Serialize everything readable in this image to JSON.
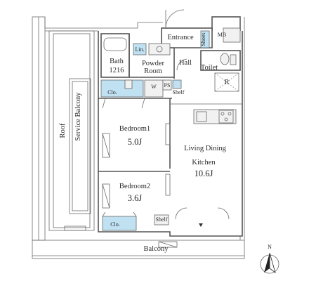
{
  "rooms": {
    "entrance": "Entrance",
    "mb": "MB",
    "shoes": "Shoes",
    "lin": "Lin.",
    "bath": "Bath",
    "bath_size": "1216",
    "powder": "Powder",
    "powder_room": "Room",
    "hall": "Hall",
    "toilet": "Toilet",
    "refrigerator": "R",
    "clo_bed1": "Clo.",
    "washer": "W",
    "ps": "PS",
    "shelf_hall": "Shelf",
    "roof": "Roof",
    "service_balcony": "Service Balcony",
    "bedroom1": "Bedroom1",
    "bedroom1_size": "5.0J",
    "bedroom2": "Bedroom2",
    "bedroom2_size": "3.6J",
    "ldk_1": "Living Dining",
    "ldk_2": "Kitchen",
    "ldk_size": "10.6J",
    "clo_bed2": "Clo.",
    "shelf_ldk": "Shelf",
    "balcony": "Balcony"
  },
  "compass": {
    "label": "N"
  },
  "colors": {
    "wall": "#555555",
    "storage": "#bfe1f2",
    "fixture": "#f1f1f1"
  }
}
